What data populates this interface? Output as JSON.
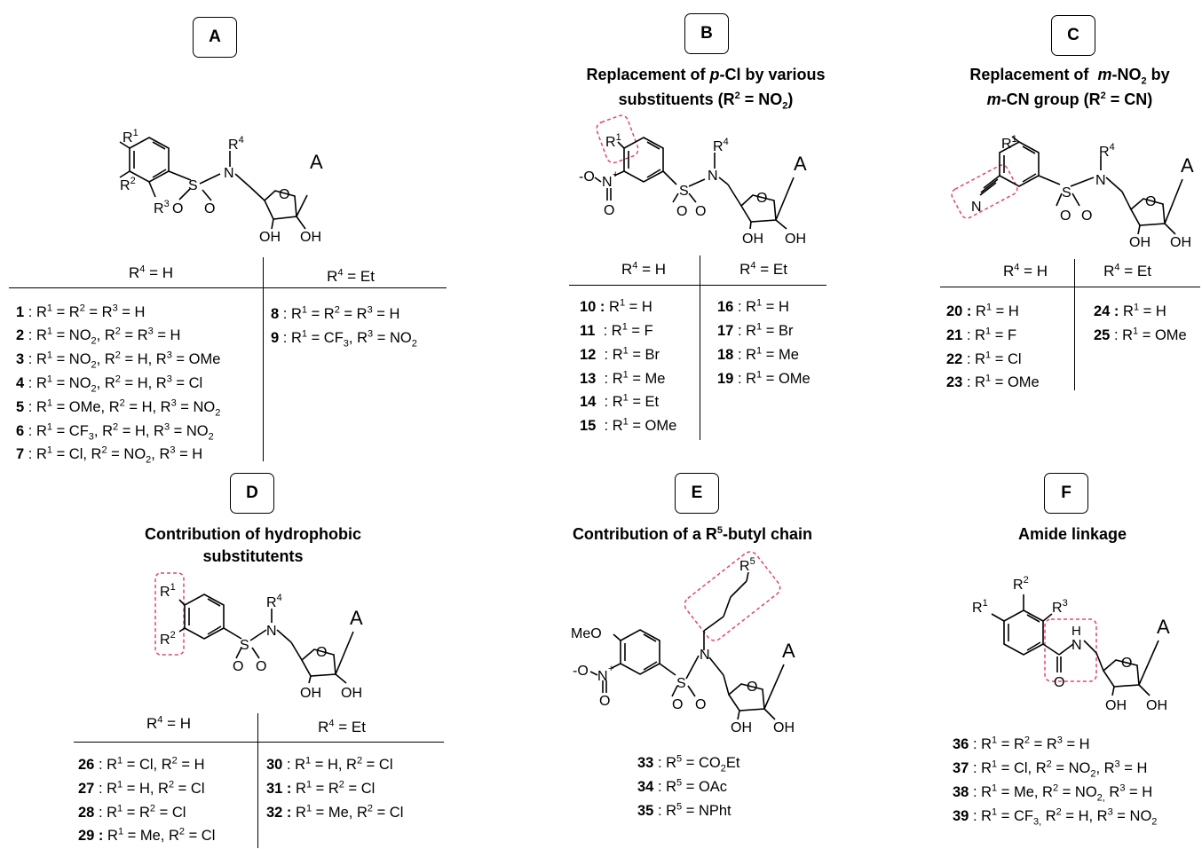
{
  "panels": {
    "A": {
      "letter": "A",
      "heading_lines": [],
      "columns": [
        "R4 = H",
        "R4 = Et"
      ],
      "col1_rows": [
        {
          "num": "1",
          "text": "R1 = R2 = R3 = H"
        },
        {
          "num": "2",
          "text": "R1 = NO2, R2 = R3 = H"
        },
        {
          "num": "3",
          "text": "R1 = NO2, R2 = H, R3 = OMe"
        },
        {
          "num": "4",
          "text": "R1 = NO2, R2 = H, R3 = Cl"
        },
        {
          "num": "5",
          "text": "R1 = OMe, R2 = H, R3 = NO2"
        },
        {
          "num": "6",
          "text": "R1 = CF3, R2 = H, R3 = NO2"
        },
        {
          "num": "7",
          "text": "R1 = Cl, R2 = NO2, R3 = H"
        }
      ],
      "col2_rows": [
        {
          "num": "8",
          "text": "R1 = R2 = R3 = H"
        },
        {
          "num": "9",
          "text": "R1 = CF3, R3 = NO2"
        }
      ]
    },
    "B": {
      "letter": "B",
      "heading_lines": [
        "Replacement of p-Cl by various",
        "substituents (R2 = NO2)"
      ],
      "columns": [
        "R4 = H",
        "R4 = Et"
      ],
      "col1_rows": [
        {
          "num": "10",
          "text": "R1 = H"
        },
        {
          "num": "11",
          "text": "R1 = F"
        },
        {
          "num": "12",
          "text": "R1 = Br"
        },
        {
          "num": "13",
          "text": "R1 = Me"
        },
        {
          "num": "14",
          "text": "R1 = Et"
        },
        {
          "num": "15",
          "text": "R1 = OMe"
        }
      ],
      "col2_rows": [
        {
          "num": "16",
          "text": "R1 = H"
        },
        {
          "num": "17",
          "text": "R1 = Br"
        },
        {
          "num": "18",
          "text": "R1 = Me"
        },
        {
          "num": "19",
          "text": "R1 = OMe"
        }
      ]
    },
    "C": {
      "letter": "C",
      "heading_lines": [
        "Replacement of m-NO2 by",
        "m-CN group (R2 = CN)"
      ],
      "columns": [
        "R4 = H",
        "R4 = Et"
      ],
      "col1_rows": [
        {
          "num": "20",
          "text": "R1 = H"
        },
        {
          "num": "21",
          "text": "R1 = F"
        },
        {
          "num": "22",
          "text": "R1 = Cl"
        },
        {
          "num": "23",
          "text": "R1 = OMe"
        }
      ],
      "col2_rows": [
        {
          "num": "24",
          "text": "R1 = H"
        },
        {
          "num": "25",
          "text": "R1 = OMe"
        }
      ]
    },
    "D": {
      "letter": "D",
      "heading_lines": [
        "Contribution of hydrophobic",
        "substitutents"
      ],
      "columns": [
        "R4 = H",
        "R4 = Et"
      ],
      "col1_rows": [
        {
          "num": "26",
          "text": "R1 = Cl, R2 = H"
        },
        {
          "num": "27",
          "text": "R1 = H, R2 = Cl"
        },
        {
          "num": "28",
          "text": "R1 = R2 = Cl"
        },
        {
          "num": "29",
          "text": "R1 = Me, R2 = Cl"
        }
      ],
      "col2_rows": [
        {
          "num": "30",
          "text": "R1 = H, R2 = Cl"
        },
        {
          "num": "31",
          "text": "R1 = R2 = Cl"
        },
        {
          "num": "32",
          "text": "R1 = Me, R2 = Cl"
        }
      ]
    },
    "E": {
      "letter": "E",
      "heading_lines": [
        "Contribution of a R5-butyl chain"
      ],
      "rows": [
        {
          "num": "33",
          "text": "R5 = CO2Et"
        },
        {
          "num": "34",
          "text": "R5 = OAc"
        },
        {
          "num": "35",
          "text": "R5 = NPht"
        }
      ]
    },
    "F": {
      "letter": "F",
      "heading_lines": [
        "Amide linkage"
      ],
      "rows": [
        {
          "num": "36",
          "text": "R1 = R2 = R3 = H"
        },
        {
          "num": "37",
          "text": "R1 = Cl, R2 = NO2, R3 = H"
        },
        {
          "num": "38",
          "text": "R1 = Me, R2 = NO2, R3 = H"
        },
        {
          "num": "39",
          "text": "R1 = CF3, R2 = H, R3 = NO2"
        }
      ]
    }
  },
  "atoms": {
    "A": "A",
    "OH": "OH",
    "O": "O",
    "N": "N",
    "S": "S",
    "H": "H",
    "R1": "R1",
    "R2": "R2",
    "R3": "R3",
    "R4": "R4",
    "R5": "R5",
    "MeO": "MeO",
    "NO2_n": "N",
    "NO2_plus": "+",
    "NO2_o_minus": "-O"
  },
  "colors": {
    "highlight": "#e5407a",
    "ink": "#000000"
  }
}
